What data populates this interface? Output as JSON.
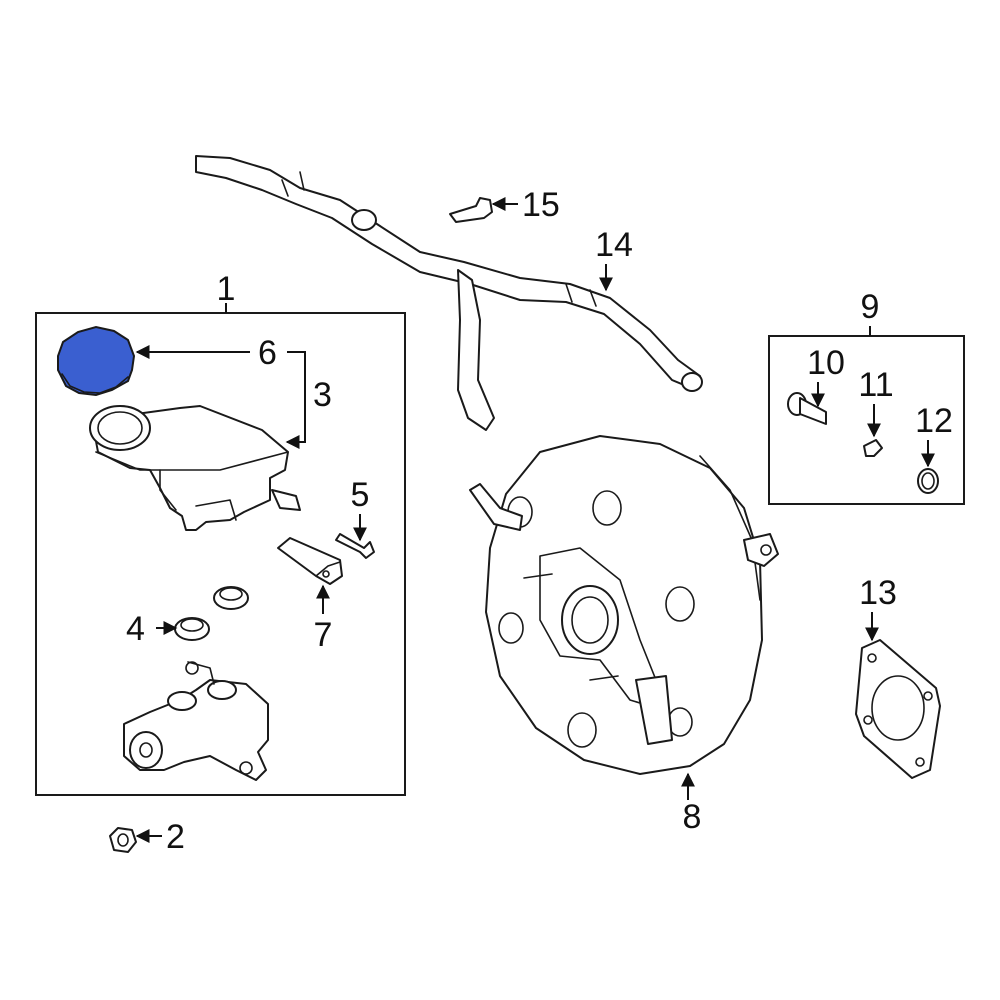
{
  "diagram": {
    "highlight_color": "#3a5fd0",
    "callouts": {
      "c1": "1",
      "c2": "2",
      "c3": "3",
      "c4": "4",
      "c5": "5",
      "c6": "6",
      "c7": "7",
      "c8": "8",
      "c9": "9",
      "c10": "10",
      "c11": "11",
      "c12": "12",
      "c13": "13",
      "c14": "14",
      "c15": "15"
    }
  }
}
